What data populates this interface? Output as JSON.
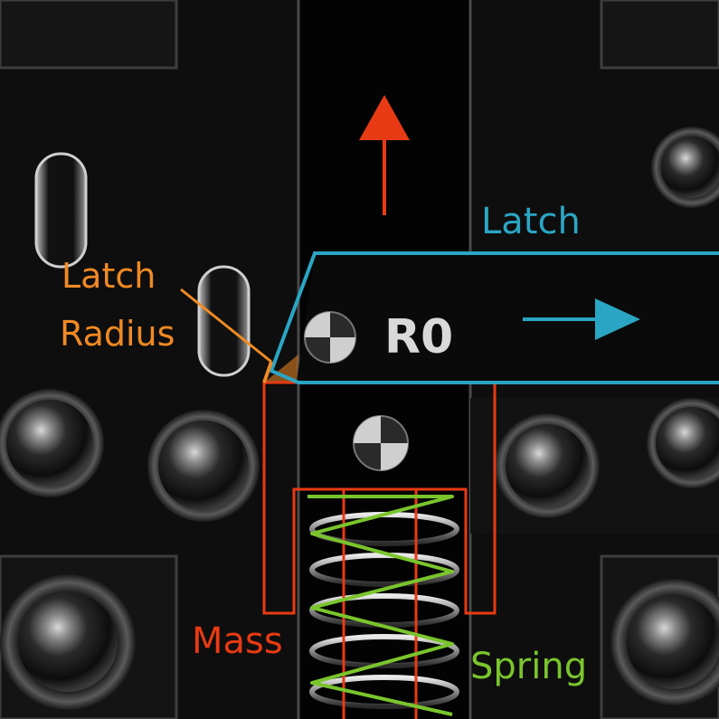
{
  "colors": {
    "mass": "#e83a14",
    "latch": "#2aa6c4",
    "latch_radius": "#f08a24",
    "spring": "#7ac52c",
    "part_text": "#d9d9d9"
  },
  "labels": {
    "latch": "Latch",
    "latch_radius_line1": "Latch",
    "latch_radius_line2": "Radius",
    "mass": "Mass",
    "spring": "Spring"
  },
  "part_engraving": "R0",
  "icons": {
    "upward_arrow": "arrow-up-icon",
    "rightward_arrow": "arrow-right-icon",
    "fiducial": "quadrant-target-icon"
  }
}
